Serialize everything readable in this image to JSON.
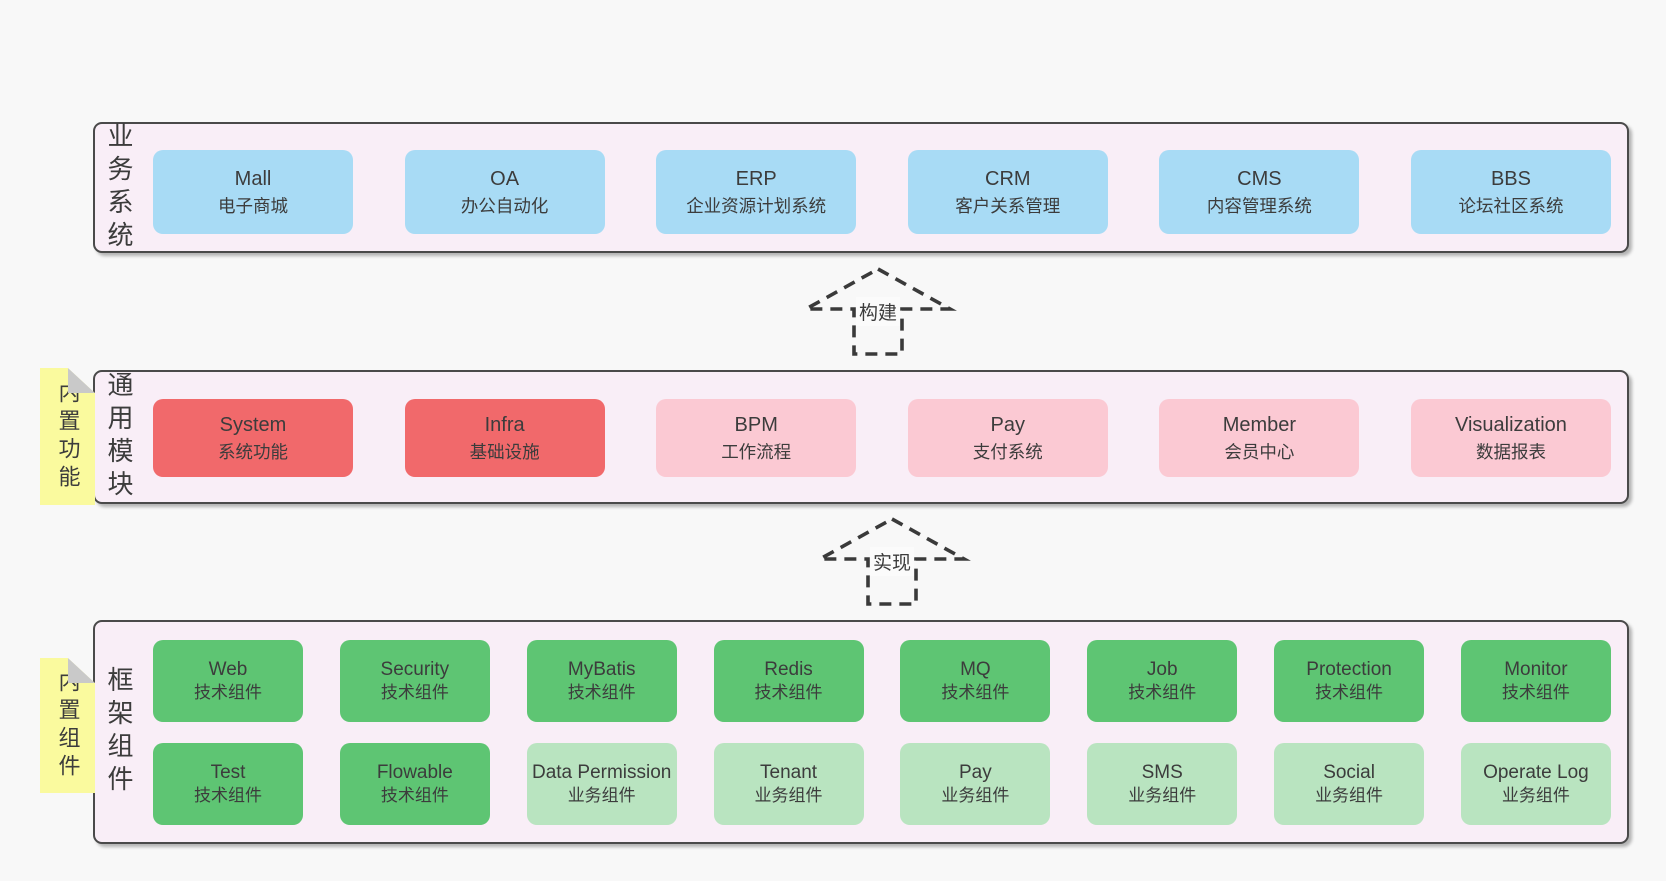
{
  "colors": {
    "blue": "#a8dbf5",
    "red": "#f1696b",
    "pink": "#fbc9d3",
    "green": "#5ec573",
    "lightgreen": "#b9e4c0",
    "yellow": "#fafa9e",
    "container": "#f9eef7",
    "border": "#4a4a4a",
    "text": "#3c3c3c",
    "background": "#f8f8f8",
    "fold": "#c9c9c9"
  },
  "layers": [
    {
      "id": "business-systems",
      "label": "业务系统",
      "rows": [
        {
          "items": [
            {
              "title": "Mall",
              "subtitle": "电子商城",
              "variant": "blue"
            },
            {
              "title": "OA",
              "subtitle": "办公自动化",
              "variant": "blue"
            },
            {
              "title": "ERP",
              "subtitle": "企业资源计划系统",
              "variant": "blue"
            },
            {
              "title": "CRM",
              "subtitle": "客户关系管理",
              "variant": "blue"
            },
            {
              "title": "CMS",
              "subtitle": "内容管理系统",
              "variant": "blue"
            },
            {
              "title": "BBS",
              "subtitle": "论坛社区系统",
              "variant": "blue"
            }
          ]
        }
      ]
    },
    {
      "id": "common-modules",
      "label": "通用模块",
      "tag": "内置功能",
      "rows": [
        {
          "items": [
            {
              "title": "System",
              "subtitle": "系统功能",
              "variant": "red"
            },
            {
              "title": "Infra",
              "subtitle": "基础设施",
              "variant": "red"
            },
            {
              "title": "BPM",
              "subtitle": "工作流程",
              "variant": "pink"
            },
            {
              "title": "Pay",
              "subtitle": "支付系统",
              "variant": "pink"
            },
            {
              "title": "Member",
              "subtitle": "会员中心",
              "variant": "pink"
            },
            {
              "title": "Visualization",
              "subtitle": "数据报表",
              "variant": "pink"
            }
          ]
        }
      ]
    },
    {
      "id": "framework-components",
      "label": "框架组件",
      "tag": "内置组件",
      "rows": [
        {
          "items": [
            {
              "title": "Web",
              "subtitle": "技术组件",
              "variant": "green"
            },
            {
              "title": "Security",
              "subtitle": "技术组件",
              "variant": "green"
            },
            {
              "title": "MyBatis",
              "subtitle": "技术组件",
              "variant": "green"
            },
            {
              "title": "Redis",
              "subtitle": "技术组件",
              "variant": "green"
            },
            {
              "title": "MQ",
              "subtitle": "技术组件",
              "variant": "green"
            },
            {
              "title": "Job",
              "subtitle": "技术组件",
              "variant": "green"
            },
            {
              "title": "Protection",
              "subtitle": "技术组件",
              "variant": "green"
            },
            {
              "title": "Monitor",
              "subtitle": "技术组件",
              "variant": "green"
            }
          ]
        },
        {
          "items": [
            {
              "title": "Test",
              "subtitle": "技术组件",
              "variant": "green"
            },
            {
              "title": "Flowable",
              "subtitle": "技术组件",
              "variant": "green"
            },
            {
              "title": "Data Permission",
              "subtitle": "业务组件",
              "variant": "lightgreen"
            },
            {
              "title": "Tenant",
              "subtitle": "业务组件",
              "variant": "lightgreen"
            },
            {
              "title": "Pay",
              "subtitle": "业务组件",
              "variant": "lightgreen"
            },
            {
              "title": "SMS",
              "subtitle": "业务组件",
              "variant": "lightgreen"
            },
            {
              "title": "Social",
              "subtitle": "业务组件",
              "variant": "lightgreen"
            },
            {
              "title": "Operate Log",
              "subtitle": "业务组件",
              "variant": "lightgreen"
            }
          ]
        }
      ]
    }
  ],
  "arrows": [
    {
      "label": "构建",
      "icon": "dashed-up-arrow"
    },
    {
      "label": "实现",
      "icon": "dashed-up-arrow"
    }
  ]
}
